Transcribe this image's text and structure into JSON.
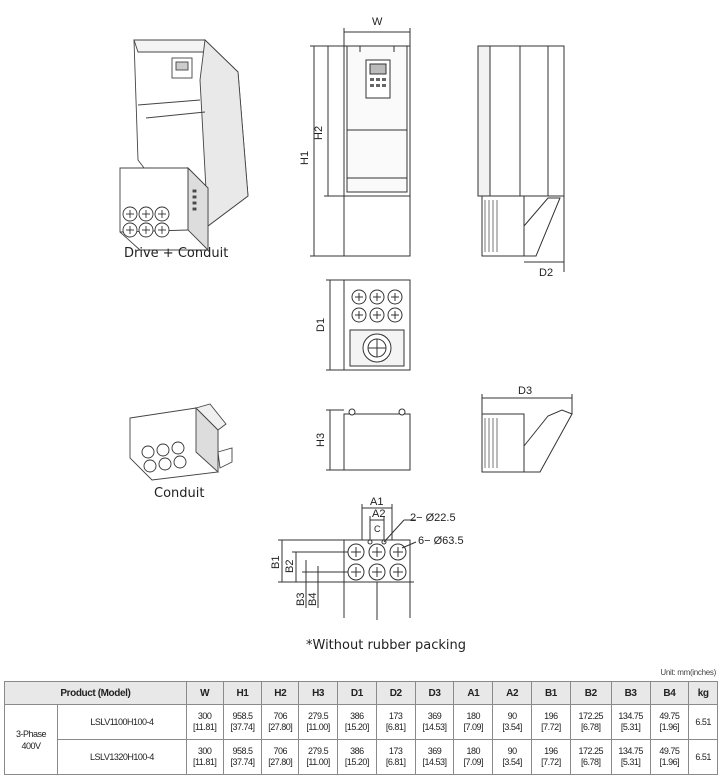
{
  "captions": {
    "drive_conduit": "Drive + Conduit",
    "conduit": "Conduit",
    "without_packing": "*Without rubber packing"
  },
  "dims": {
    "W": "W",
    "H1": "H1",
    "H2": "H2",
    "D1": "D1",
    "D2": "D2",
    "H3": "H3",
    "D3": "D3",
    "A1": "A1",
    "A2": "A2",
    "C": "C",
    "B1": "B1",
    "B2": "B2",
    "B3": "B3",
    "B4": "B4",
    "hole_small": "2− Ø22.5",
    "hole_large": "6− Ø63.5"
  },
  "table": {
    "unit": "Unit: mm(inches)",
    "headers": [
      "Product (Model)",
      "W",
      "H1",
      "H2",
      "H3",
      "D1",
      "D2",
      "D3",
      "A1",
      "A2",
      "B1",
      "B2",
      "B3",
      "B4",
      "kg"
    ],
    "phase_line1": "3-Phase",
    "phase_line2": "400V",
    "rows": [
      {
        "model": "LSLV1100H100-4",
        "values": [
          [
            "300",
            "[11.81]"
          ],
          [
            "958.5",
            "[37.74]"
          ],
          [
            "706",
            "[27.80]"
          ],
          [
            "279.5",
            "[11.00]"
          ],
          [
            "386",
            "[15.20]"
          ],
          [
            "173",
            "[6.81]"
          ],
          [
            "369",
            "[14.53]"
          ],
          [
            "180",
            "[7.09]"
          ],
          [
            "90",
            "[3.54]"
          ],
          [
            "196",
            "[7.72]"
          ],
          [
            "172.25",
            "[6.78]"
          ],
          [
            "134.75",
            "[5.31]"
          ],
          [
            "49.75",
            "[1.96]"
          ]
        ],
        "kg": "6.51"
      },
      {
        "model": "LSLV1320H100-4",
        "values": [
          [
            "300",
            "[11.81]"
          ],
          [
            "958.5",
            "[37.74]"
          ],
          [
            "706",
            "[27.80]"
          ],
          [
            "279.5",
            "[11.00]"
          ],
          [
            "386",
            "[15.20]"
          ],
          [
            "173",
            "[6.81]"
          ],
          [
            "369",
            "[14.53]"
          ],
          [
            "180",
            "[7.09]"
          ],
          [
            "90",
            "[3.54]"
          ],
          [
            "196",
            "[7.72]"
          ],
          [
            "172.25",
            "[6.78]"
          ],
          [
            "134.75",
            "[5.31]"
          ],
          [
            "49.75",
            "[1.96]"
          ]
        ],
        "kg": "6.51"
      }
    ]
  }
}
